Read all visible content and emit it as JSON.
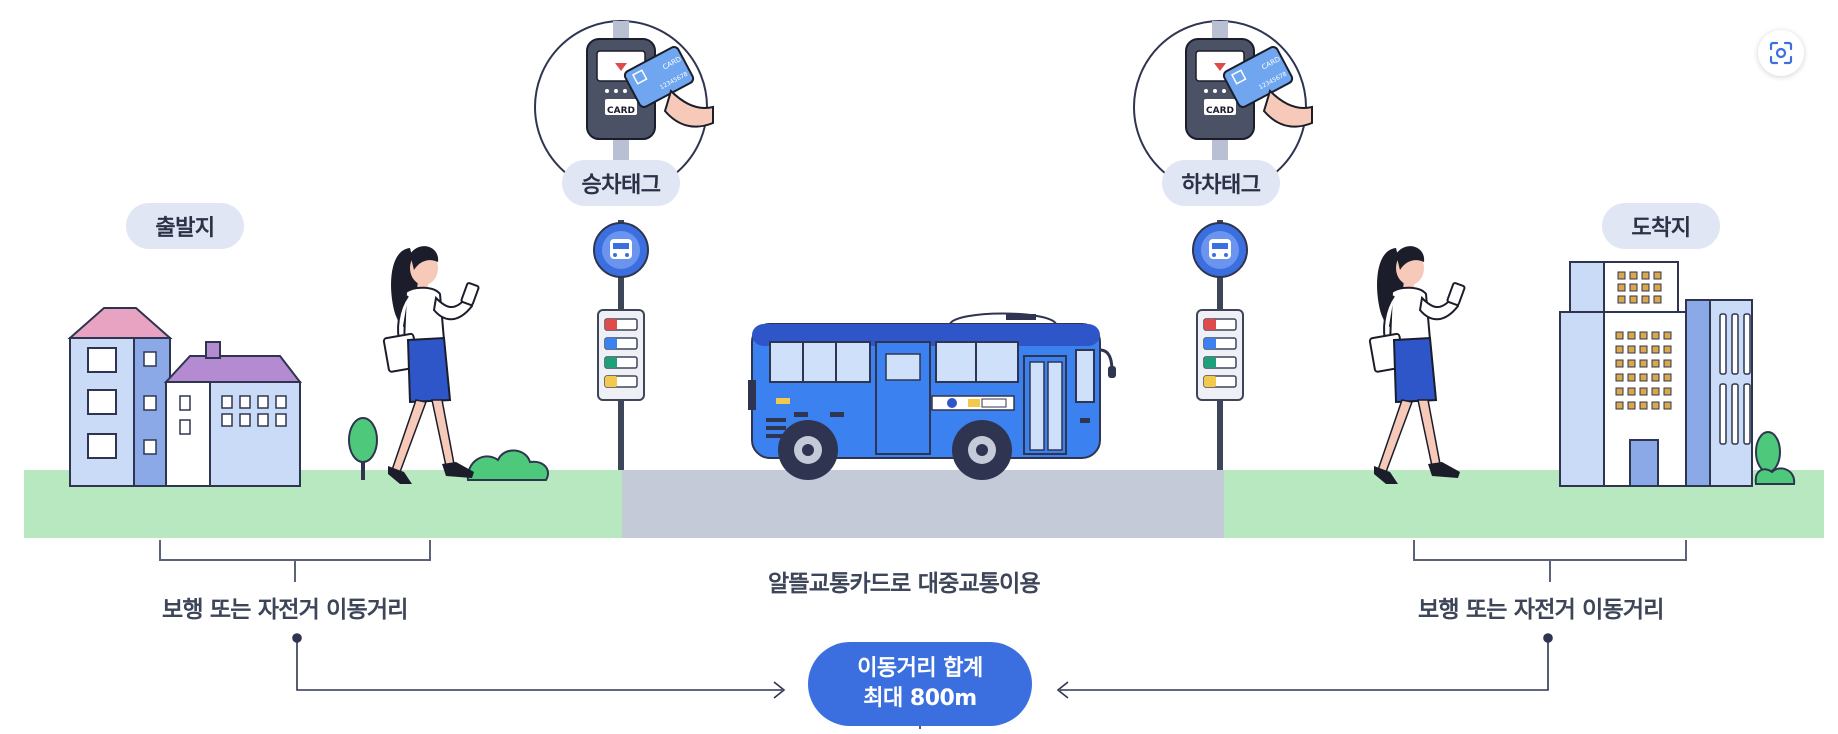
{
  "labels": {
    "origin": "출발지",
    "destination": "도착지",
    "board_tag": "승차태그",
    "alight_tag": "하차태그",
    "walk_left": "보행 또는 자전거 이동거리",
    "walk_right": "보행 또는 자전거 이동거리",
    "transit": "알뜰교통카드로 대중교통이용",
    "total_line1": "이동거리 합계",
    "total_line2": "최대 800m",
    "card_word": "CARD",
    "card_reader_word": "CARD",
    "card_number": "12345678"
  },
  "icons": {
    "lens": "visual-search-icon",
    "bus_stop": "bus-icon"
  },
  "colors": {
    "grass": "#b8e8c0",
    "road": "#c5cad8",
    "bus": "#3b82f0",
    "accent": "#3b6fe0",
    "pill": "#e1e6f5",
    "text": "#3d4558"
  }
}
